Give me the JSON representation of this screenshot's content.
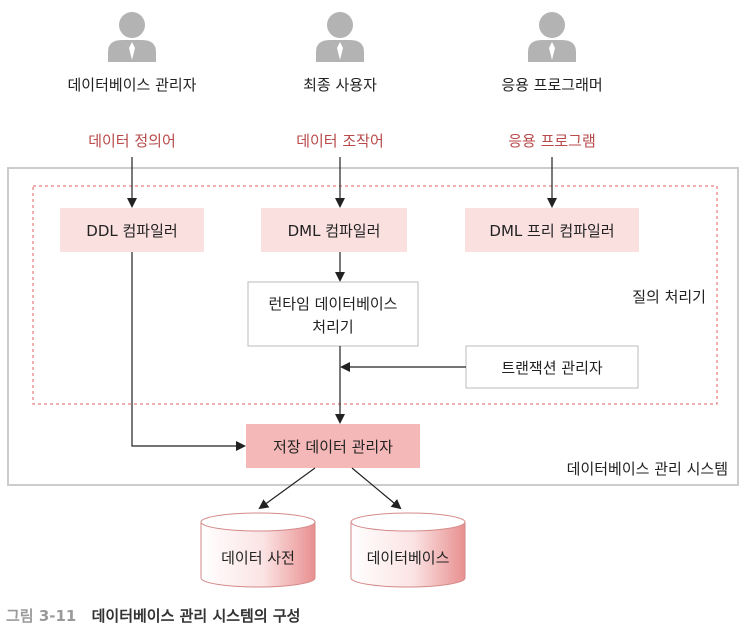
{
  "users": [
    {
      "label": "데이터베이스 관리자",
      "language": "데이터 정의어"
    },
    {
      "label": "최종 사용자",
      "language": "데이터 조작어"
    },
    {
      "label": "응용 프로그래머",
      "language": "응용 프로그램"
    }
  ],
  "dbms": {
    "label": "데이터베이스 관리 시스템",
    "query_processor_label": "질의 처리기",
    "ddl_compiler": "DDL 컴파일러",
    "dml_compiler": "DML 컴파일러",
    "dml_precompiler": "DML 프리 컴파일러",
    "runtime_processor_line1": "런타임 데이터베이스",
    "runtime_processor_line2": "처리기",
    "transaction_manager": "트랜잭션 관리자",
    "storage_manager": "저장 데이터 관리자"
  },
  "storage": {
    "data_dictionary": "데이터 사전",
    "database": "데이터베이스"
  },
  "caption": {
    "number": "그림 3-11",
    "title": "데이터베이스 관리 시스템의 구성"
  },
  "colors": {
    "accent_red": "#b84a4a",
    "storage_fill": "#f7c9c9",
    "dashed_border": "#e06060",
    "panel_border": "#cccccc",
    "icon_gray": "#b3b3b3"
  }
}
